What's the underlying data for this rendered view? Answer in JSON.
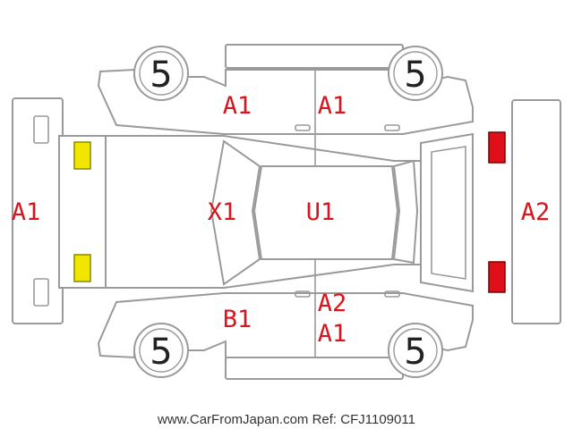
{
  "marks": {
    "front_bumper": "A1",
    "rear_bumper": "A2",
    "left_front_door": "A1",
    "left_rear_door": "A1",
    "windshield": "X1",
    "roof": "U1",
    "right_front_door": "B1",
    "right_rear_door_line1": "A2",
    "right_rear_door_line2": "A1"
  },
  "tires": {
    "front_left": "5",
    "rear_left": "5",
    "front_right": "5",
    "rear_right": "5"
  },
  "footer": "www.CarFromJapan.com Ref: CFJ1109011",
  "colors": {
    "damage_text": "#d8141c",
    "front_lights": "#f0e600",
    "rear_lights": "#e0101a",
    "outline": "#9a9a9a"
  }
}
